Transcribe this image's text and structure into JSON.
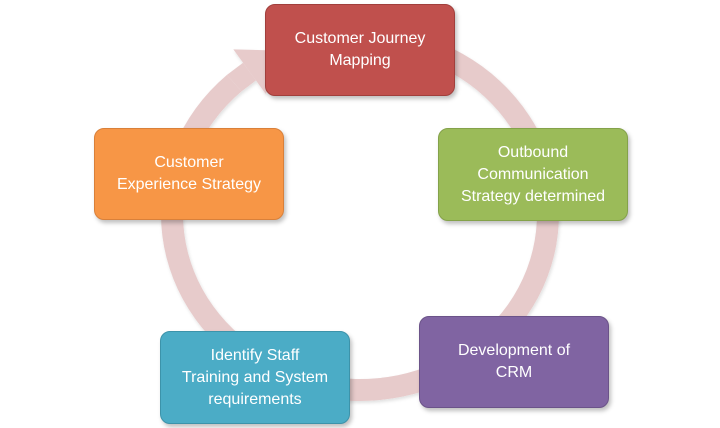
{
  "diagram": {
    "type": "cycle",
    "ring_color": "#e7cbcb",
    "nodes": [
      {
        "id": "journey",
        "label": "Customer Journey\nMapping",
        "color": "#c0504d"
      },
      {
        "id": "outbound",
        "label": "Outbound\nCommunication\nStrategy  determined",
        "color": "#9bbb59"
      },
      {
        "id": "crm",
        "label": "Development of\nCRM",
        "color": "#8064a2"
      },
      {
        "id": "staff",
        "label": "Identify Staff\nTraining and System\nrequirements",
        "color": "#4bacc6"
      },
      {
        "id": "cx",
        "label": "Customer\nExperience Strategy",
        "color": "#f79646"
      }
    ]
  }
}
